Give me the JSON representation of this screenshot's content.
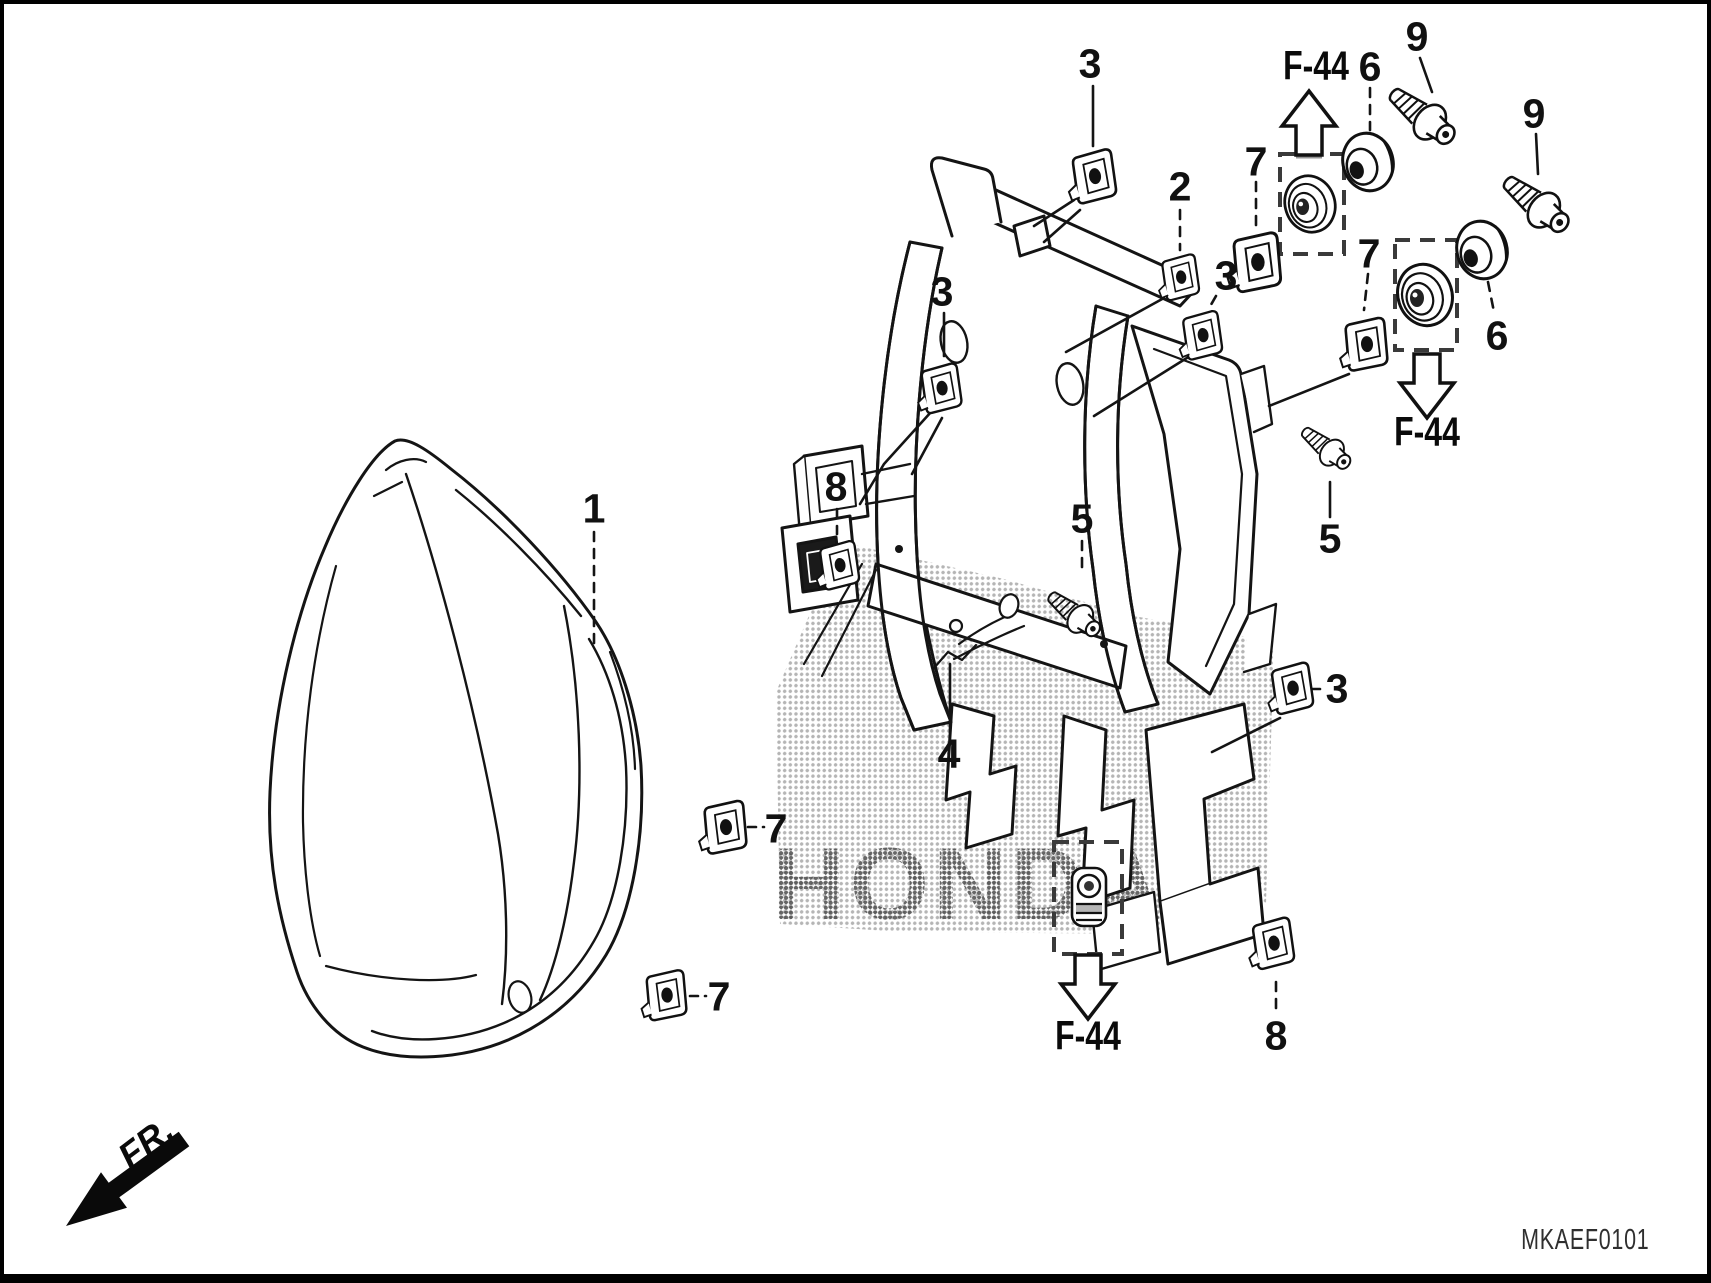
{
  "diagram": {
    "code": "MKAEF0101",
    "watermark_text": "HONDA",
    "front_direction_label": "FR.",
    "cross_reference_label": "F-44"
  },
  "callouts": {
    "1": "1",
    "2": "2",
    "3": "3",
    "4": "4",
    "5": "5",
    "6": "6",
    "7": "7",
    "8": "8",
    "9": "9"
  }
}
